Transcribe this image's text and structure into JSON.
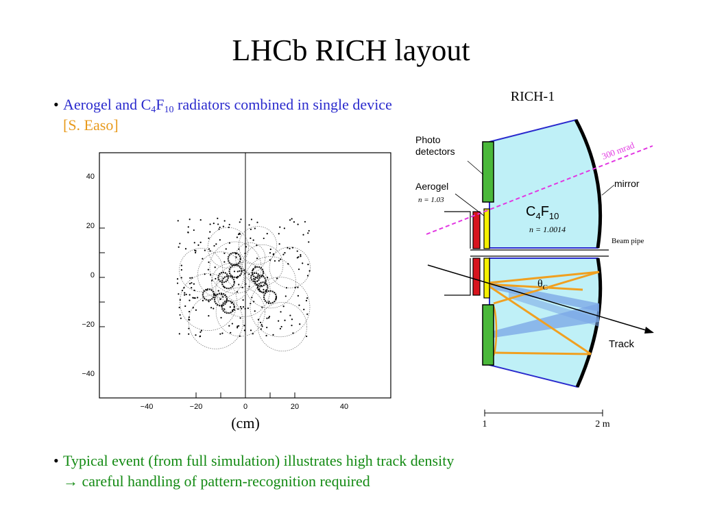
{
  "slide": {
    "title": "LHCb RICH layout",
    "bullet1": {
      "text_a": "Aerogel and C",
      "sub_a": "4",
      "text_b": "F",
      "sub_b": "10",
      "text_c": " radiators combined in single device ",
      "citation": "[S. Easo]"
    },
    "bullet2": {
      "line1": "Typical event (from full simulation) illustrates high track density",
      "line2": "→ careful handling of pattern-recognition required"
    },
    "bullet_glyph": "•"
  },
  "event_display": {
    "x_unit": "(cm)",
    "x_ticks": [
      "−40",
      "−20",
      "0",
      "20",
      "40"
    ],
    "y_ticks": [
      "40",
      "20",
      "0",
      "−20",
      "−40"
    ]
  },
  "rich_diagram": {
    "title": "RICH-1",
    "photo_detectors": "Photo\ndetectors",
    "aerogel": "Aerogel",
    "aerogel_n": "n = 1.03",
    "gas": "C4F10",
    "gas_n": "n = 1.0014",
    "mirror": "mirror",
    "beam_pipe": "Beam pipe",
    "angle_label": "300 mrad",
    "theta": "θ",
    "theta_sub": "C",
    "track": "Track",
    "scale_left": "1",
    "scale_right": "2 m",
    "colors": {
      "gas_fill": "#bff0f7",
      "photodetector": "#4ab83a",
      "aerogel": "#f5f000",
      "window": "#d8141e",
      "cone": "#f0a020",
      "ray_band": "#7aa6e6",
      "dashed_line": "#e236e2"
    }
  }
}
